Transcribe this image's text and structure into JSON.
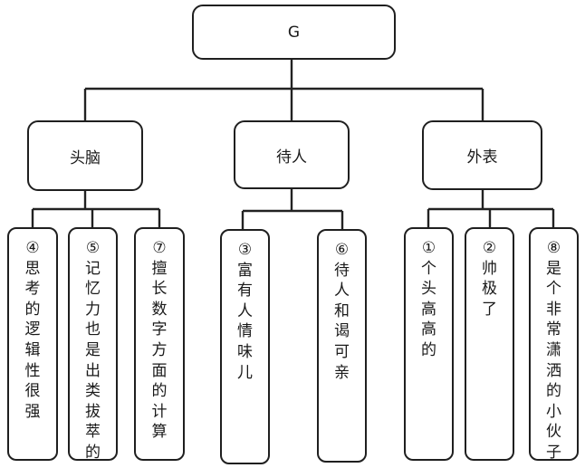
{
  "diagram": {
    "root": {
      "label": "G"
    },
    "branches": [
      {
        "label": "头脑",
        "leaves": [
          {
            "label": "④思考的逻辑性很强"
          },
          {
            "label": "⑤记忆力也是出类拔萃的"
          },
          {
            "label": "⑦擅长数字方面的计算"
          }
        ]
      },
      {
        "label": "待人",
        "leaves": [
          {
            "label": "③富有人情味儿"
          },
          {
            "label": "⑥待人和谒可亲"
          }
        ]
      },
      {
        "label": "外表",
        "leaves": [
          {
            "label": "①个头高高的"
          },
          {
            "label": "②帅极了"
          },
          {
            "label": "⑧是个非常潇洒的小伙子"
          }
        ]
      }
    ]
  }
}
